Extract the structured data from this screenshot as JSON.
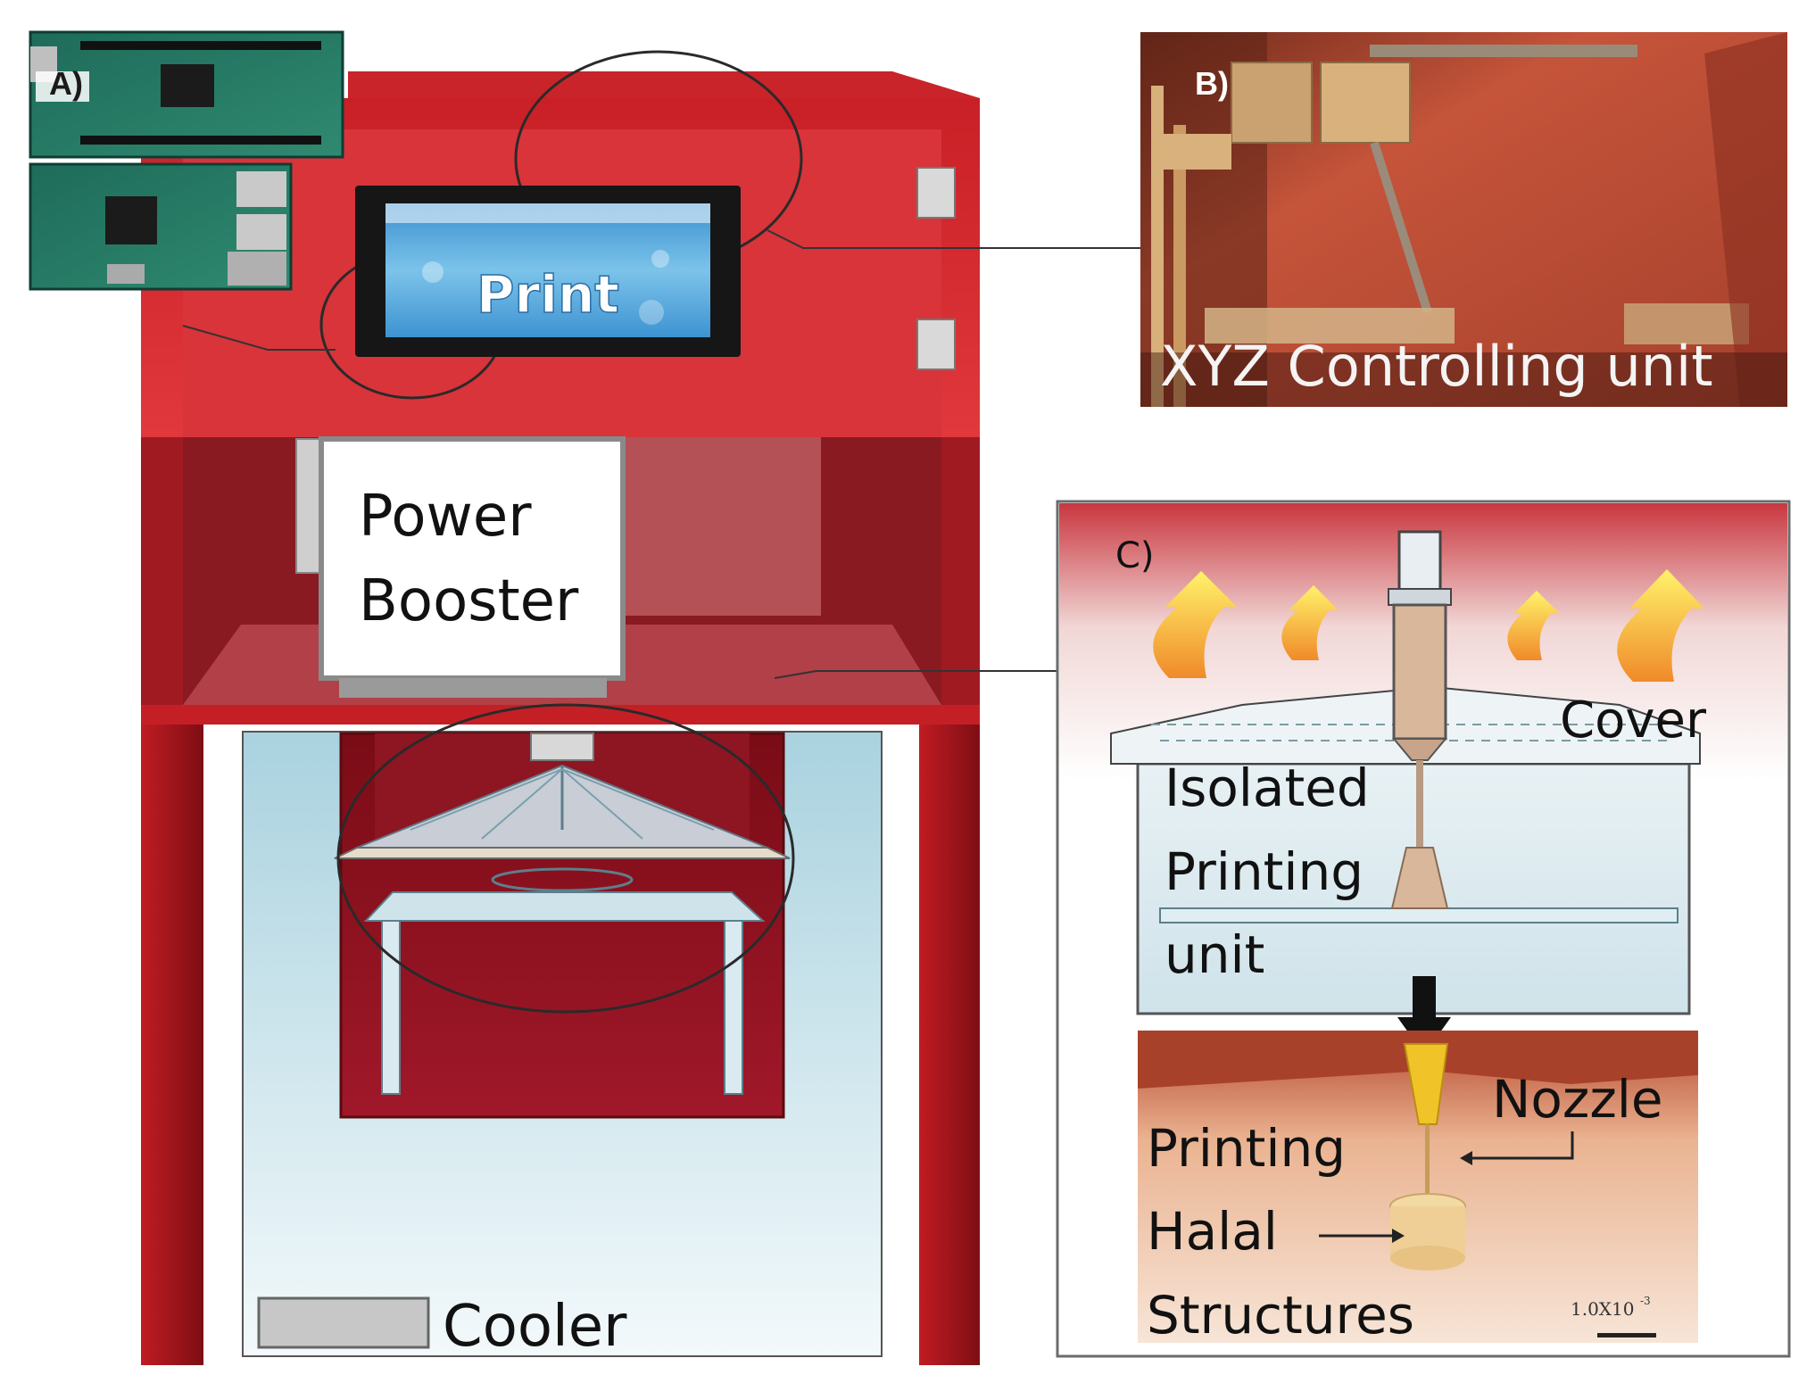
{
  "panels": {
    "a": {
      "tag": "A)"
    },
    "b": {
      "tag": "B)",
      "caption": "XYZ Controlling unit"
    },
    "c": {
      "tag": "C)"
    }
  },
  "screen": {
    "text": "Print"
  },
  "labels": {
    "power_booster": [
      "Power",
      "Booster"
    ],
    "cooler": "Cooler",
    "cover": "Cover",
    "isolated_printing_unit": [
      "Isolated",
      "Printing",
      "unit"
    ],
    "nozzle": "Nozzle",
    "printing_halal_structures": [
      "Printing",
      "Halal",
      "Structures"
    ],
    "scale": "1.0X10",
    "scale_exp": "-3"
  },
  "colors": {
    "cabinet_red": "#d7262b",
    "cabinet_dark": "#8c1218",
    "interior_dark": "#7a0f17",
    "cooler_blue": "#cfe6ee",
    "screen_blue": "#56a9dc",
    "photo_red": "#c94a33"
  }
}
